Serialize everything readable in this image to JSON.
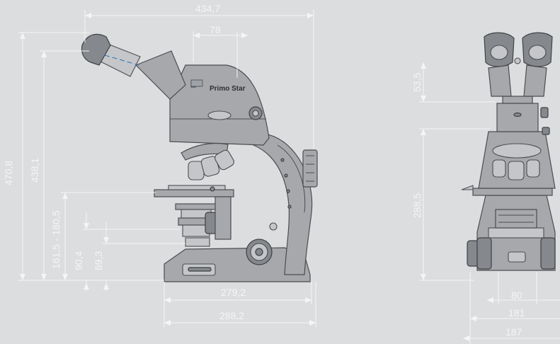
{
  "brand_label": "Primo Star",
  "dimensions": {
    "total_width": "434,7",
    "eyepiece_offset": "78",
    "total_height": "470,8",
    "arm_height": "438,1",
    "stage_height_range": "161,5 - 180,5",
    "condenser_height": "90,4",
    "stage_base_height": "69,3",
    "base_depth": "279,2",
    "foot_depth": "288,2",
    "eyepiece_height": "53,5",
    "front_height": "288,5",
    "stage_width": "80",
    "base_width": "181",
    "foot_width": "187"
  }
}
